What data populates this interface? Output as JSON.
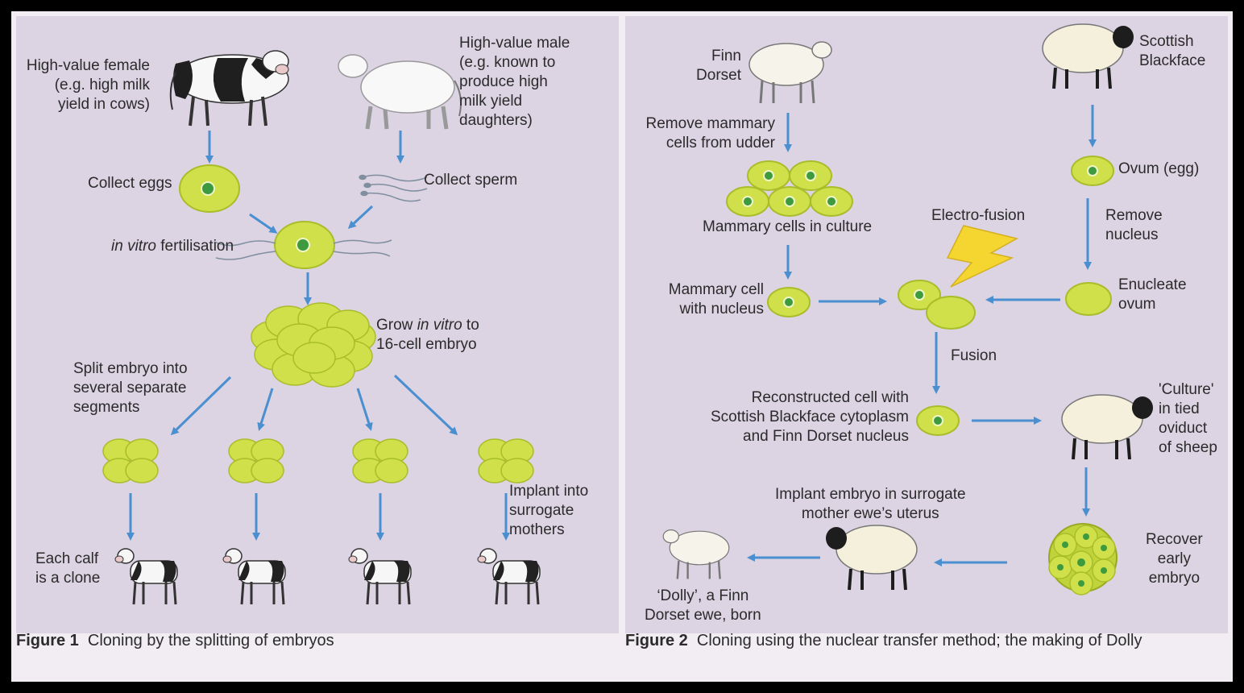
{
  "colors": {
    "panel": "#dcd3e3",
    "arrow": "#4a8fd0",
    "cell_fill": "#cfe04a",
    "cell_stroke": "#a9bd2a",
    "nucleus": "#3e9a3e",
    "bolt": "#f5d630"
  },
  "figure1": {
    "female_label": "High-value female\n(e.g. high milk\nyield in cows)",
    "male_label": "High-value male\n(e.g. known to\nproduce high\nmilk yield\ndaughters)",
    "collect_eggs": "Collect eggs",
    "collect_sperm": "Collect sperm",
    "ivf_italic": "in vitro",
    "ivf_rest": " fertilisation",
    "grow_a": "Grow ",
    "grow_italic": "in vitro",
    "grow_b": " to",
    "grow_line2": "16-cell embryo",
    "split_label": "Split embryo into\nseveral separate\nsegments",
    "implant_label": "Implant into\nsurrogate\nmothers",
    "clone_label": "Each calf\nis a clone",
    "caption_num": "Figure 1",
    "caption_text": "Cloning by the splitting of embryos"
  },
  "figure2": {
    "finn_label": "Finn\nDorset",
    "scottish_label": "Scottish\nBlackface",
    "remove_mammary": "Remove mammary\ncells from udder",
    "ovum_label": "Ovum (egg)",
    "mammary_culture": "Mammary cells in culture",
    "electro_fusion": "Electro-fusion",
    "remove_nucleus": "Remove\nnucleus",
    "mammary_nucleus": "Mammary cell\nwith nucleus",
    "enucleate": "Enucleate\novum",
    "fusion": "Fusion",
    "reconstructed": "Reconstructed cell with\nScottish Blackface cytoplasm\nand Finn Dorset nucleus",
    "culture": "'Culture'\nin tied\noviduct\nof sheep",
    "implant_embryo": "Implant embryo in surrogate\nmother ewe’s uterus",
    "recover": "Recover\nearly\nembryo",
    "dolly": "‘Dolly’, a Finn\nDorset ewe, born",
    "caption_num": "Figure 2",
    "caption_text": "Cloning using the nuclear transfer method; the making of Dolly"
  }
}
